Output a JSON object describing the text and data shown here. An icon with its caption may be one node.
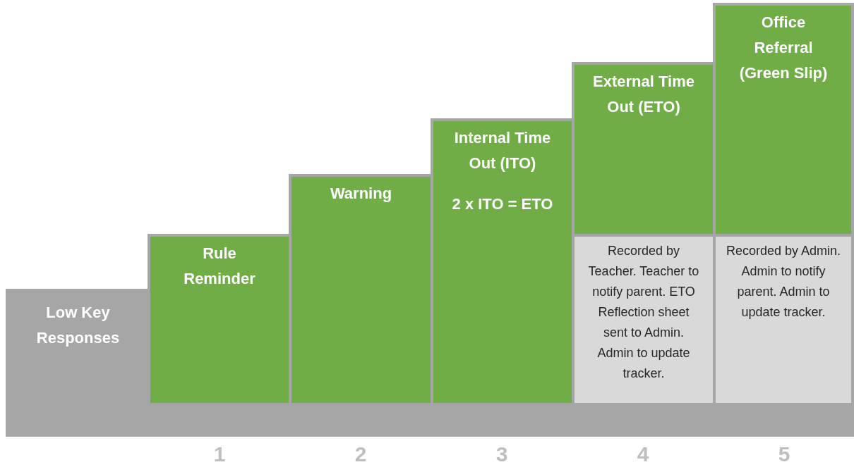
{
  "diagram": {
    "nodes": [
      {
        "text": [
          "Low Key Responses"
        ]
      },
      {
        "text": [
          "Rule Reminder"
        ]
      },
      {
        "text": [
          "Warning"
        ]
      },
      {
        "text": [
          "Internal Time Out (ITO)",
          "2 x ITO = ETO"
        ]
      },
      {
        "text": [
          "External Time Out (ETO)"
        ]
      },
      {
        "text": [
          "Recorded by Teacher. Teacher to notify parent. ETO Reflection sheet sent to Admin. Admin to update tracker."
        ]
      },
      {
        "text": [
          "Office Referral (Green Slip)"
        ]
      },
      {
        "text": [
          "Recorded by Admin. Admin to notify parent. Admin to update tracker."
        ]
      },
      {
        "text": [],
        "shape": "bar"
      }
    ],
    "labels": [
      "1",
      "2",
      "3",
      "4",
      "5"
    ]
  }
}
